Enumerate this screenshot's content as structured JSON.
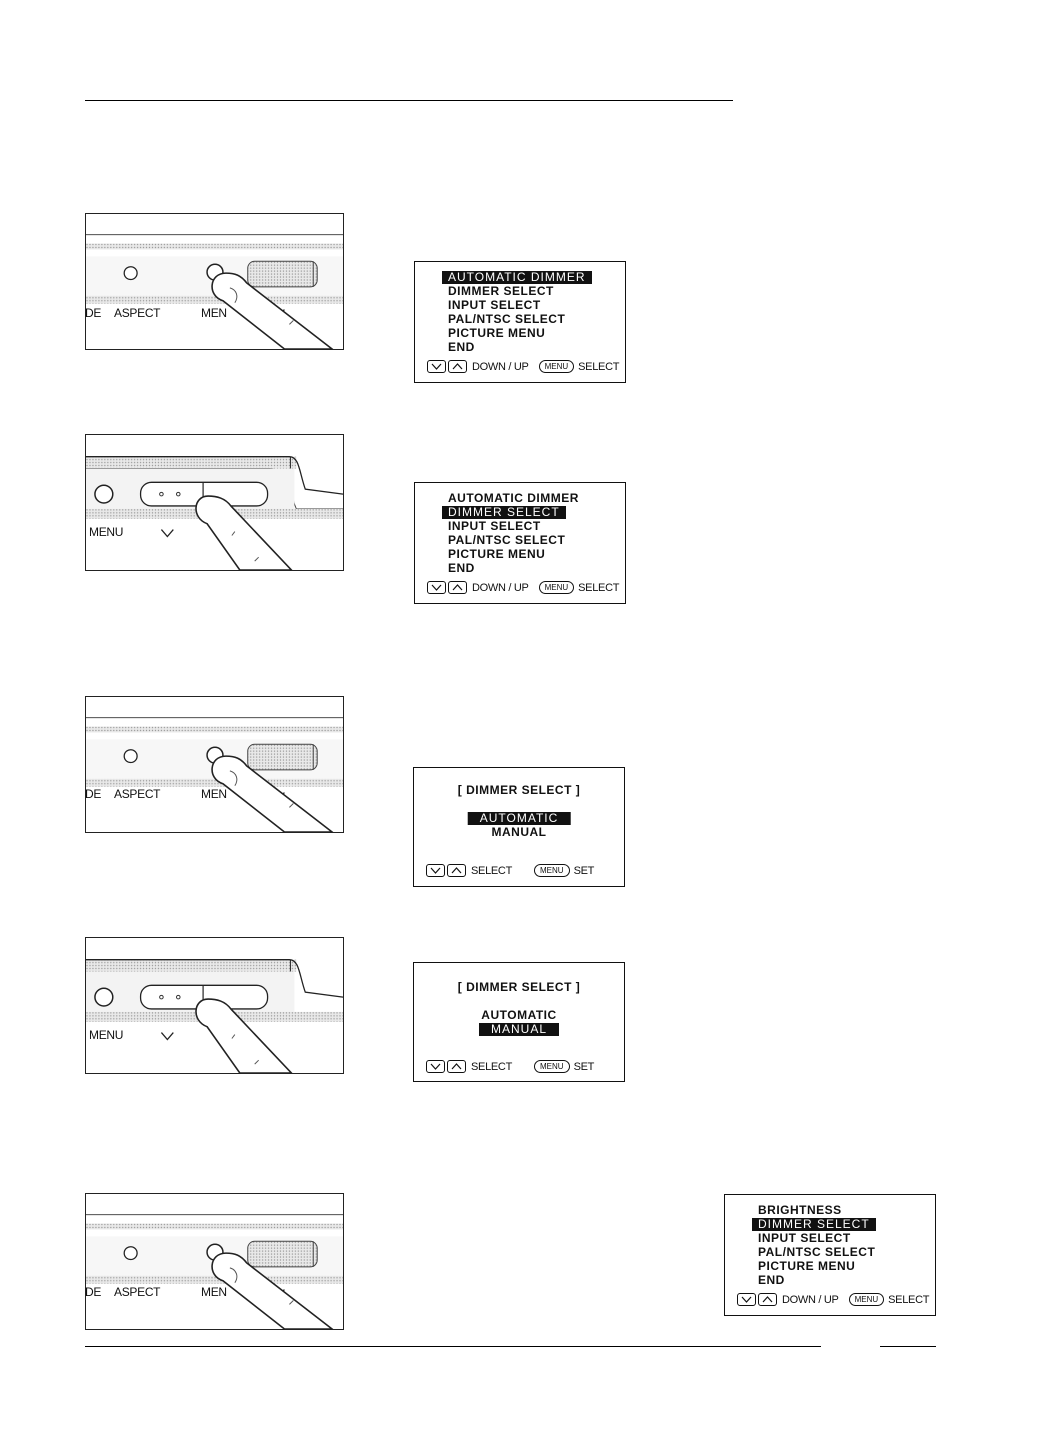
{
  "step1": {
    "remote_labels": [
      "DE",
      "ASPECT",
      "MEN"
    ],
    "menu": {
      "items": [
        "AUTOMATIC DIMMER",
        "DIMMER SELECT",
        "INPUT SELECT",
        "PAL/NTSC SELECT",
        "PICTURE MENU",
        "END"
      ],
      "highlighted": "AUTOMATIC DIMMER",
      "nav_label": "DOWN / UP",
      "menu_key": "MENU",
      "action_label": "SELECT"
    }
  },
  "step2": {
    "remote_labels": [
      "MENU"
    ],
    "menu": {
      "items": [
        "AUTOMATIC DIMMER",
        "DIMMER SELECT",
        "INPUT SELECT",
        "PAL/NTSC SELECT",
        "PICTURE MENU",
        "END"
      ],
      "highlighted": "DIMMER SELECT",
      "nav_label": "DOWN / UP",
      "menu_key": "MENU",
      "action_label": "SELECT"
    }
  },
  "step3": {
    "remote_labels": [
      "DE",
      "ASPECT",
      "MEN"
    ],
    "menu": {
      "title": "[ DIMMER SELECT ]",
      "options": [
        "AUTOMATIC",
        "MANUAL"
      ],
      "highlighted": "AUTOMATIC",
      "nav_label": "SELECT",
      "menu_key": "MENU",
      "action_label": "SET"
    }
  },
  "step4": {
    "remote_labels": [
      "MENU"
    ],
    "menu": {
      "title": "[ DIMMER SELECT ]",
      "options": [
        "AUTOMATIC",
        "MANUAL"
      ],
      "highlighted": "MANUAL",
      "nav_label": "SELECT",
      "menu_key": "MENU",
      "action_label": "SET"
    }
  },
  "step5": {
    "remote_labels": [
      "DE",
      "ASPECT",
      "MEN"
    ],
    "menu": {
      "items": [
        "BRIGHTNESS",
        "DIMMER SELECT",
        "INPUT SELECT",
        "PAL/NTSC SELECT",
        "PICTURE MENU",
        "END"
      ],
      "highlighted": "DIMMER SELECT",
      "nav_label": "DOWN / UP",
      "menu_key": "MENU",
      "action_label": "SELECT"
    }
  }
}
